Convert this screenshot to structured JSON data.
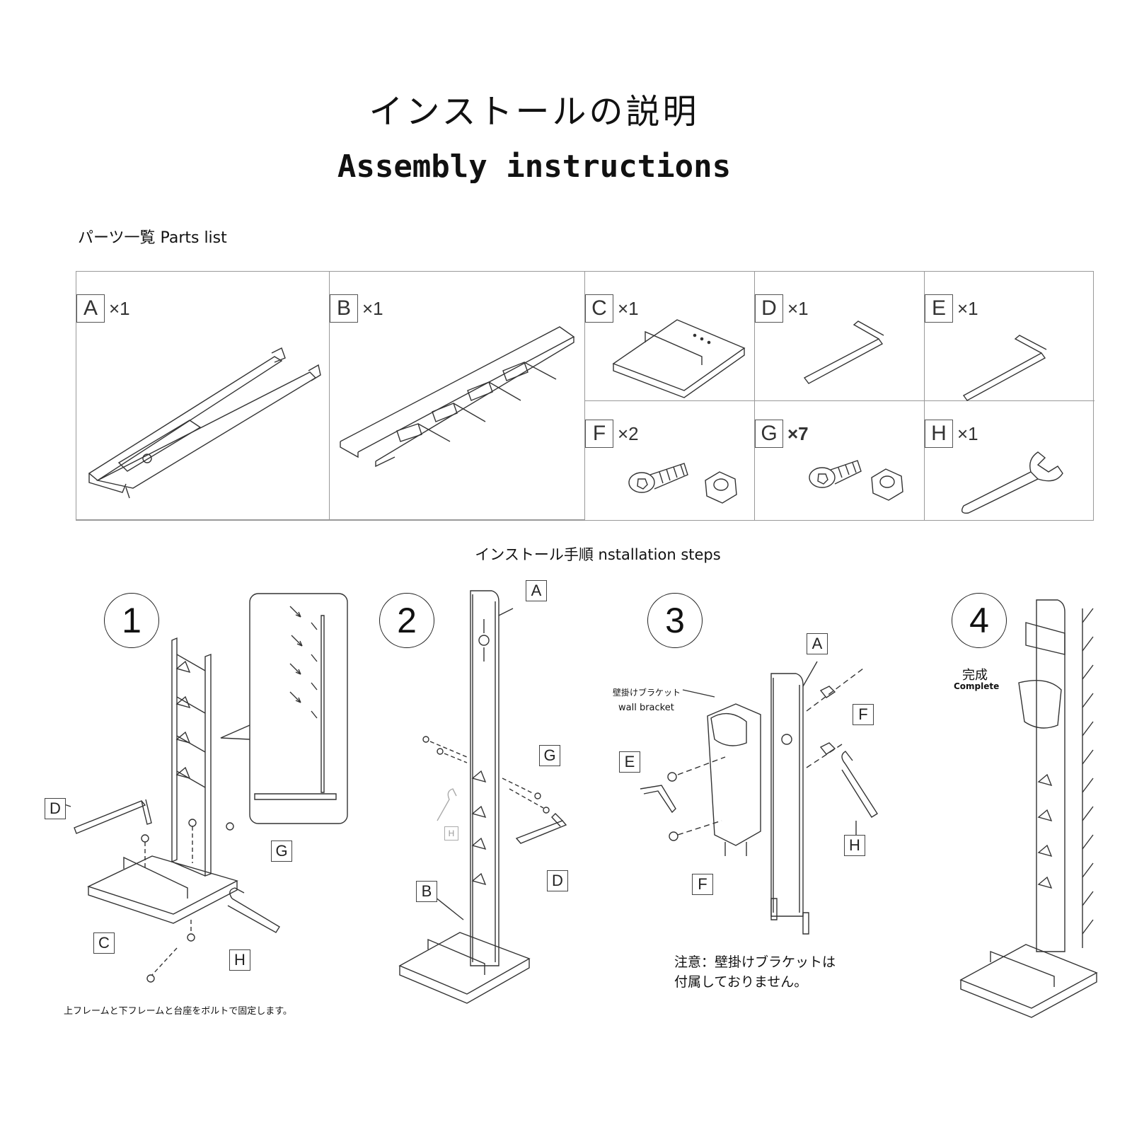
{
  "title_jp": "インストールの説明",
  "title_en": "Assembly instructions",
  "parts_heading": "パーツ一覧 Parts list",
  "steps_heading": "インストール手順  nstallation steps",
  "parts": [
    {
      "letter": "A",
      "qty": "×1"
    },
    {
      "letter": "B",
      "qty": "×1"
    },
    {
      "letter": "C",
      "qty": "×1"
    },
    {
      "letter": "D",
      "qty": "×1"
    },
    {
      "letter": "E",
      "qty": "×1"
    },
    {
      "letter": "F",
      "qty": "×2"
    },
    {
      "letter": "G",
      "qty": "×7"
    },
    {
      "letter": "H",
      "qty": "×1"
    }
  ],
  "steps": [
    {
      "number": "1",
      "labels": [
        "D",
        "G",
        "C",
        "H"
      ],
      "note": "上フレームと下フレームと台座をボルトで固定します。"
    },
    {
      "number": "2",
      "labels": [
        "A",
        "G",
        "H",
        "D",
        "B"
      ]
    },
    {
      "number": "3",
      "labels": [
        "A",
        "F",
        "E",
        "H",
        "F"
      ],
      "bracket_jp": "壁掛けブラケット",
      "bracket_en": "wall bracket",
      "note_line1": "注意：壁掛けブラケットは",
      "note_line2": "付属しておりません。"
    },
    {
      "number": "4",
      "complete_jp": "完成",
      "complete_en": "Complete"
    }
  ]
}
